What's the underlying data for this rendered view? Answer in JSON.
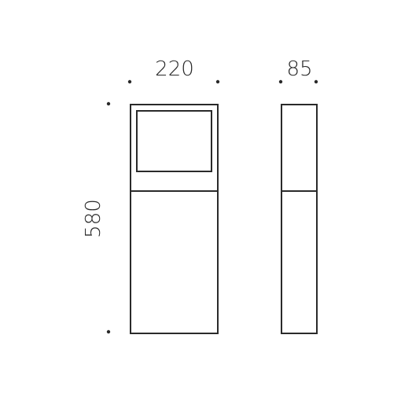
{
  "dimensions": {
    "width": "220",
    "depth": "85",
    "height": "580"
  },
  "colors": {
    "line": "#2a2a2a",
    "background": "#ffffff"
  }
}
